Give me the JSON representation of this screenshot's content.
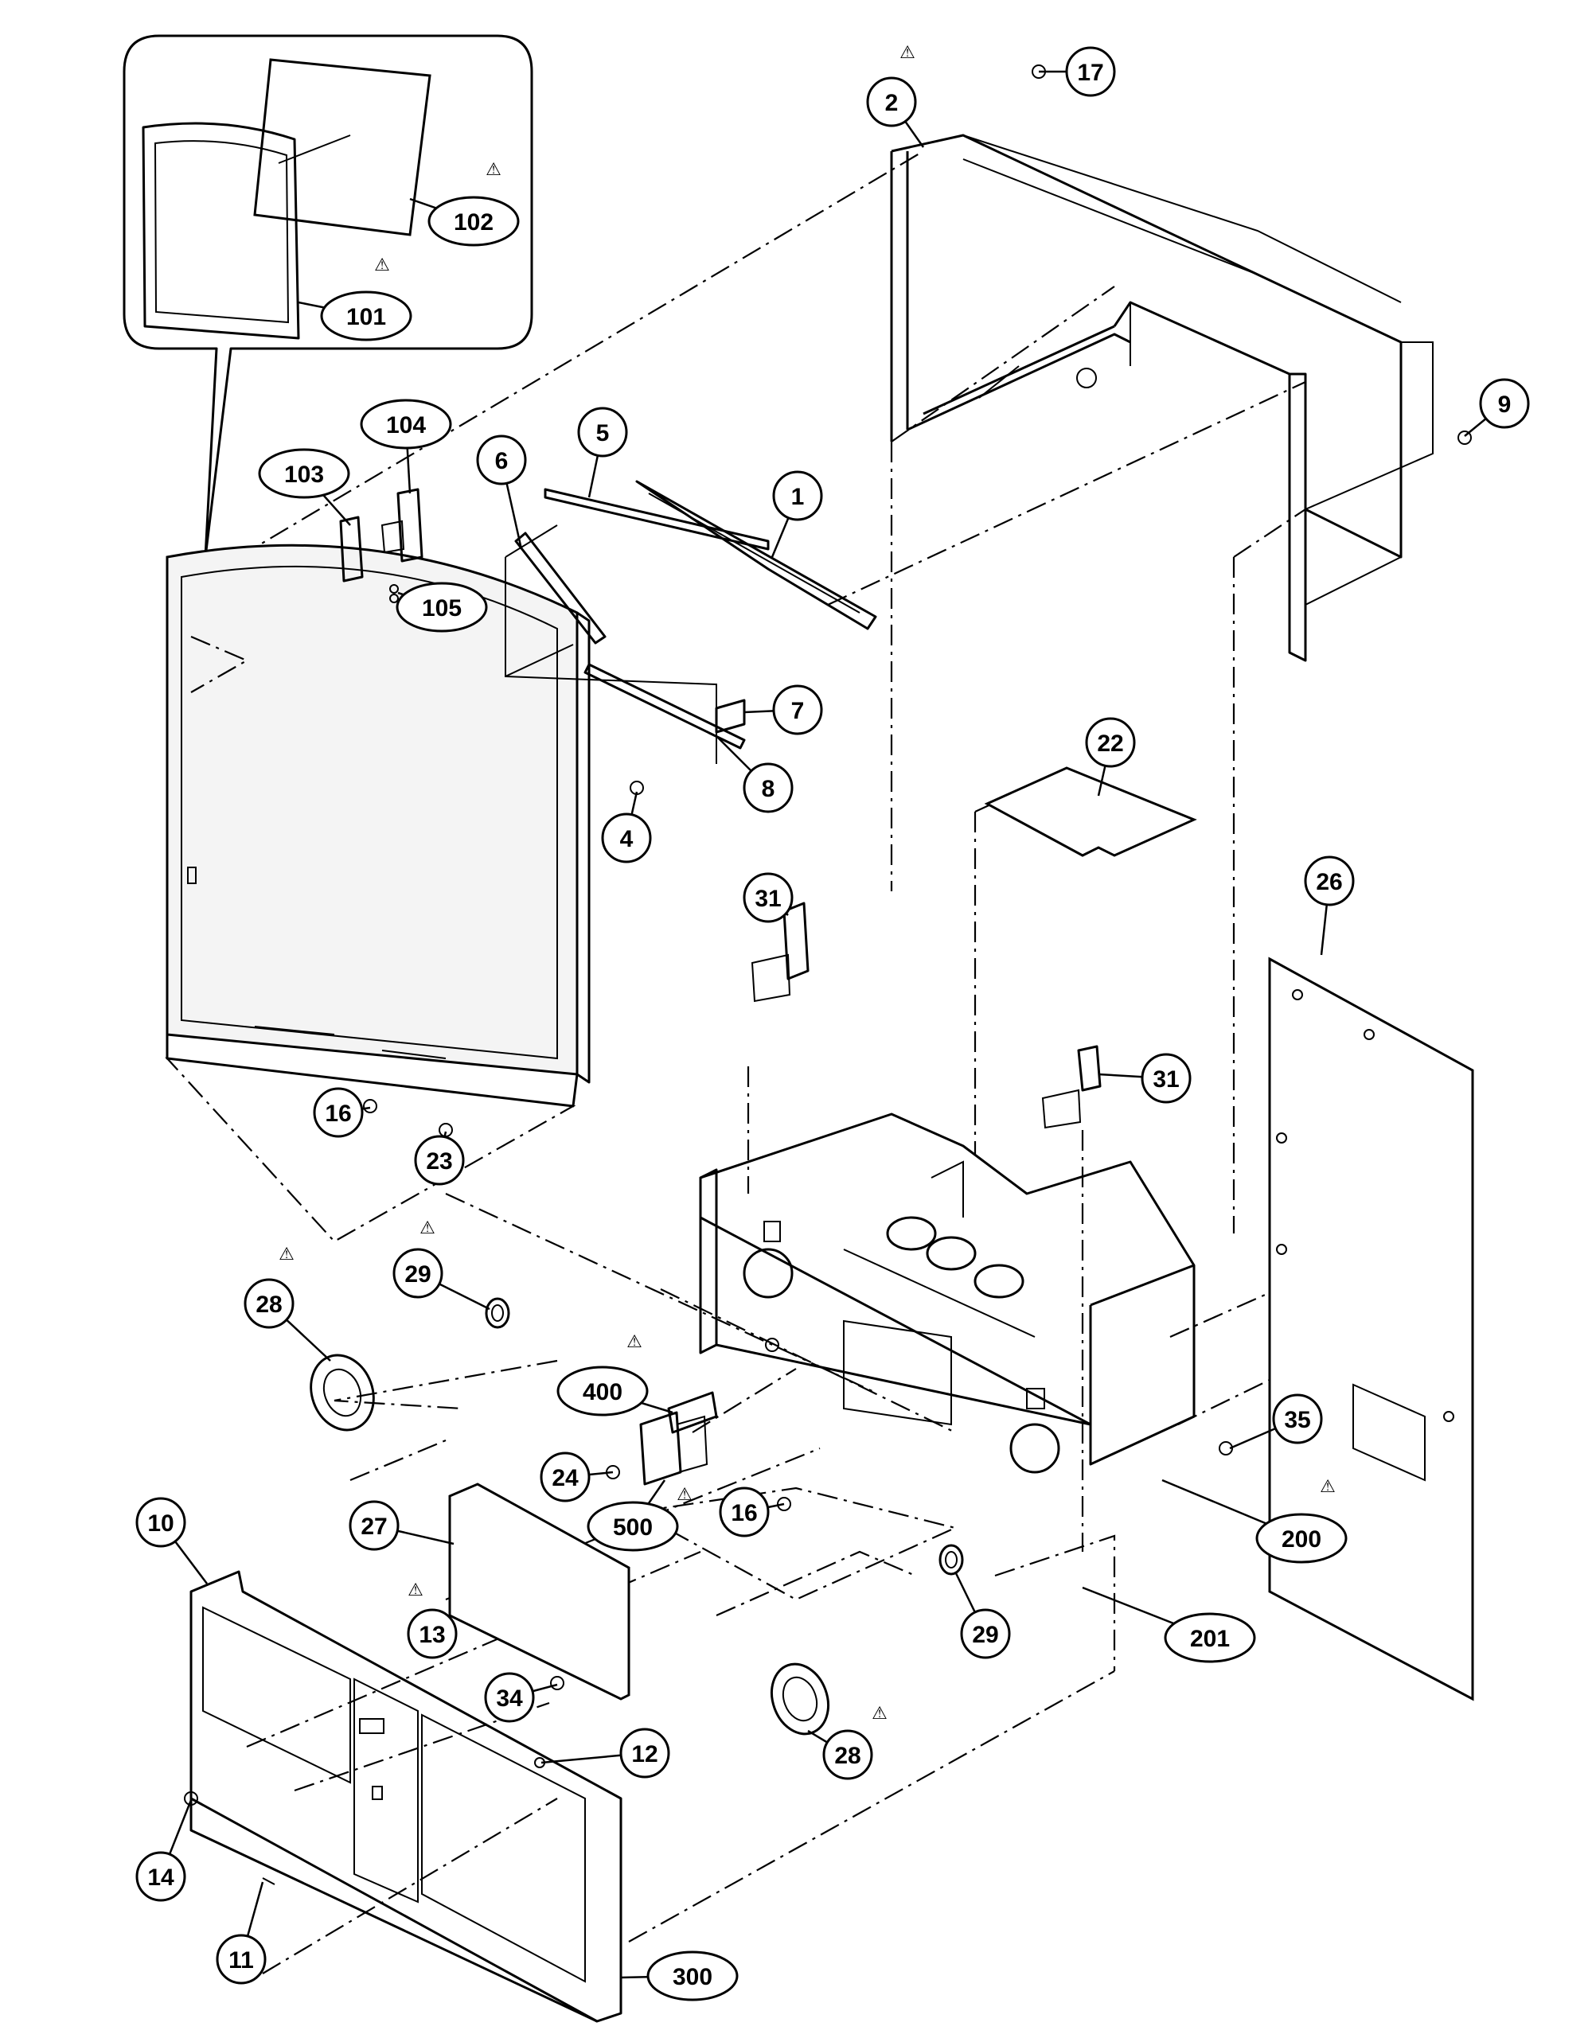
{
  "diagram": {
    "warning_symbol": "⚠",
    "callouts": [
      {
        "id": "c-1",
        "label": "1",
        "warning": false
      },
      {
        "id": "c-2",
        "label": "2",
        "warning": true
      },
      {
        "id": "c-4",
        "label": "4",
        "warning": false
      },
      {
        "id": "c-5",
        "label": "5",
        "warning": false
      },
      {
        "id": "c-6",
        "label": "6",
        "warning": false
      },
      {
        "id": "c-7",
        "label": "7",
        "warning": false
      },
      {
        "id": "c-8",
        "label": "8",
        "warning": false
      },
      {
        "id": "c-9",
        "label": "9",
        "warning": false
      },
      {
        "id": "c-10",
        "label": "10",
        "warning": false
      },
      {
        "id": "c-11",
        "label": "11",
        "warning": false
      },
      {
        "id": "c-12",
        "label": "12",
        "warning": false
      },
      {
        "id": "c-13",
        "label": "13",
        "warning": true
      },
      {
        "id": "c-14",
        "label": "14",
        "warning": false
      },
      {
        "id": "c-16a",
        "label": "16",
        "warning": false
      },
      {
        "id": "c-16b",
        "label": "16",
        "warning": false
      },
      {
        "id": "c-17",
        "label": "17",
        "warning": false
      },
      {
        "id": "c-22",
        "label": "22",
        "warning": false
      },
      {
        "id": "c-23",
        "label": "23",
        "warning": false
      },
      {
        "id": "c-24",
        "label": "24",
        "warning": false
      },
      {
        "id": "c-26",
        "label": "26",
        "warning": false
      },
      {
        "id": "c-27",
        "label": "27",
        "warning": false
      },
      {
        "id": "c-28a",
        "label": "28",
        "warning": true
      },
      {
        "id": "c-28b",
        "label": "28",
        "warning": true
      },
      {
        "id": "c-29a",
        "label": "29",
        "warning": true
      },
      {
        "id": "c-29b",
        "label": "29",
        "warning": false
      },
      {
        "id": "c-31a",
        "label": "31",
        "warning": false
      },
      {
        "id": "c-31b",
        "label": "31",
        "warning": false
      },
      {
        "id": "c-34",
        "label": "34",
        "warning": false
      },
      {
        "id": "c-35",
        "label": "35",
        "warning": false
      },
      {
        "id": "c-101",
        "label": "101",
        "warning": true
      },
      {
        "id": "c-102",
        "label": "102",
        "warning": true
      },
      {
        "id": "c-103",
        "label": "103",
        "warning": false
      },
      {
        "id": "c-104",
        "label": "104",
        "warning": false
      },
      {
        "id": "c-105",
        "label": "105",
        "warning": false
      },
      {
        "id": "c-200",
        "label": "200",
        "warning": true
      },
      {
        "id": "c-201",
        "label": "201",
        "warning": false
      },
      {
        "id": "c-300",
        "label": "300",
        "warning": false
      },
      {
        "id": "c-400",
        "label": "400",
        "warning": true
      },
      {
        "id": "c-500",
        "label": "500",
        "warning": true
      }
    ]
  }
}
